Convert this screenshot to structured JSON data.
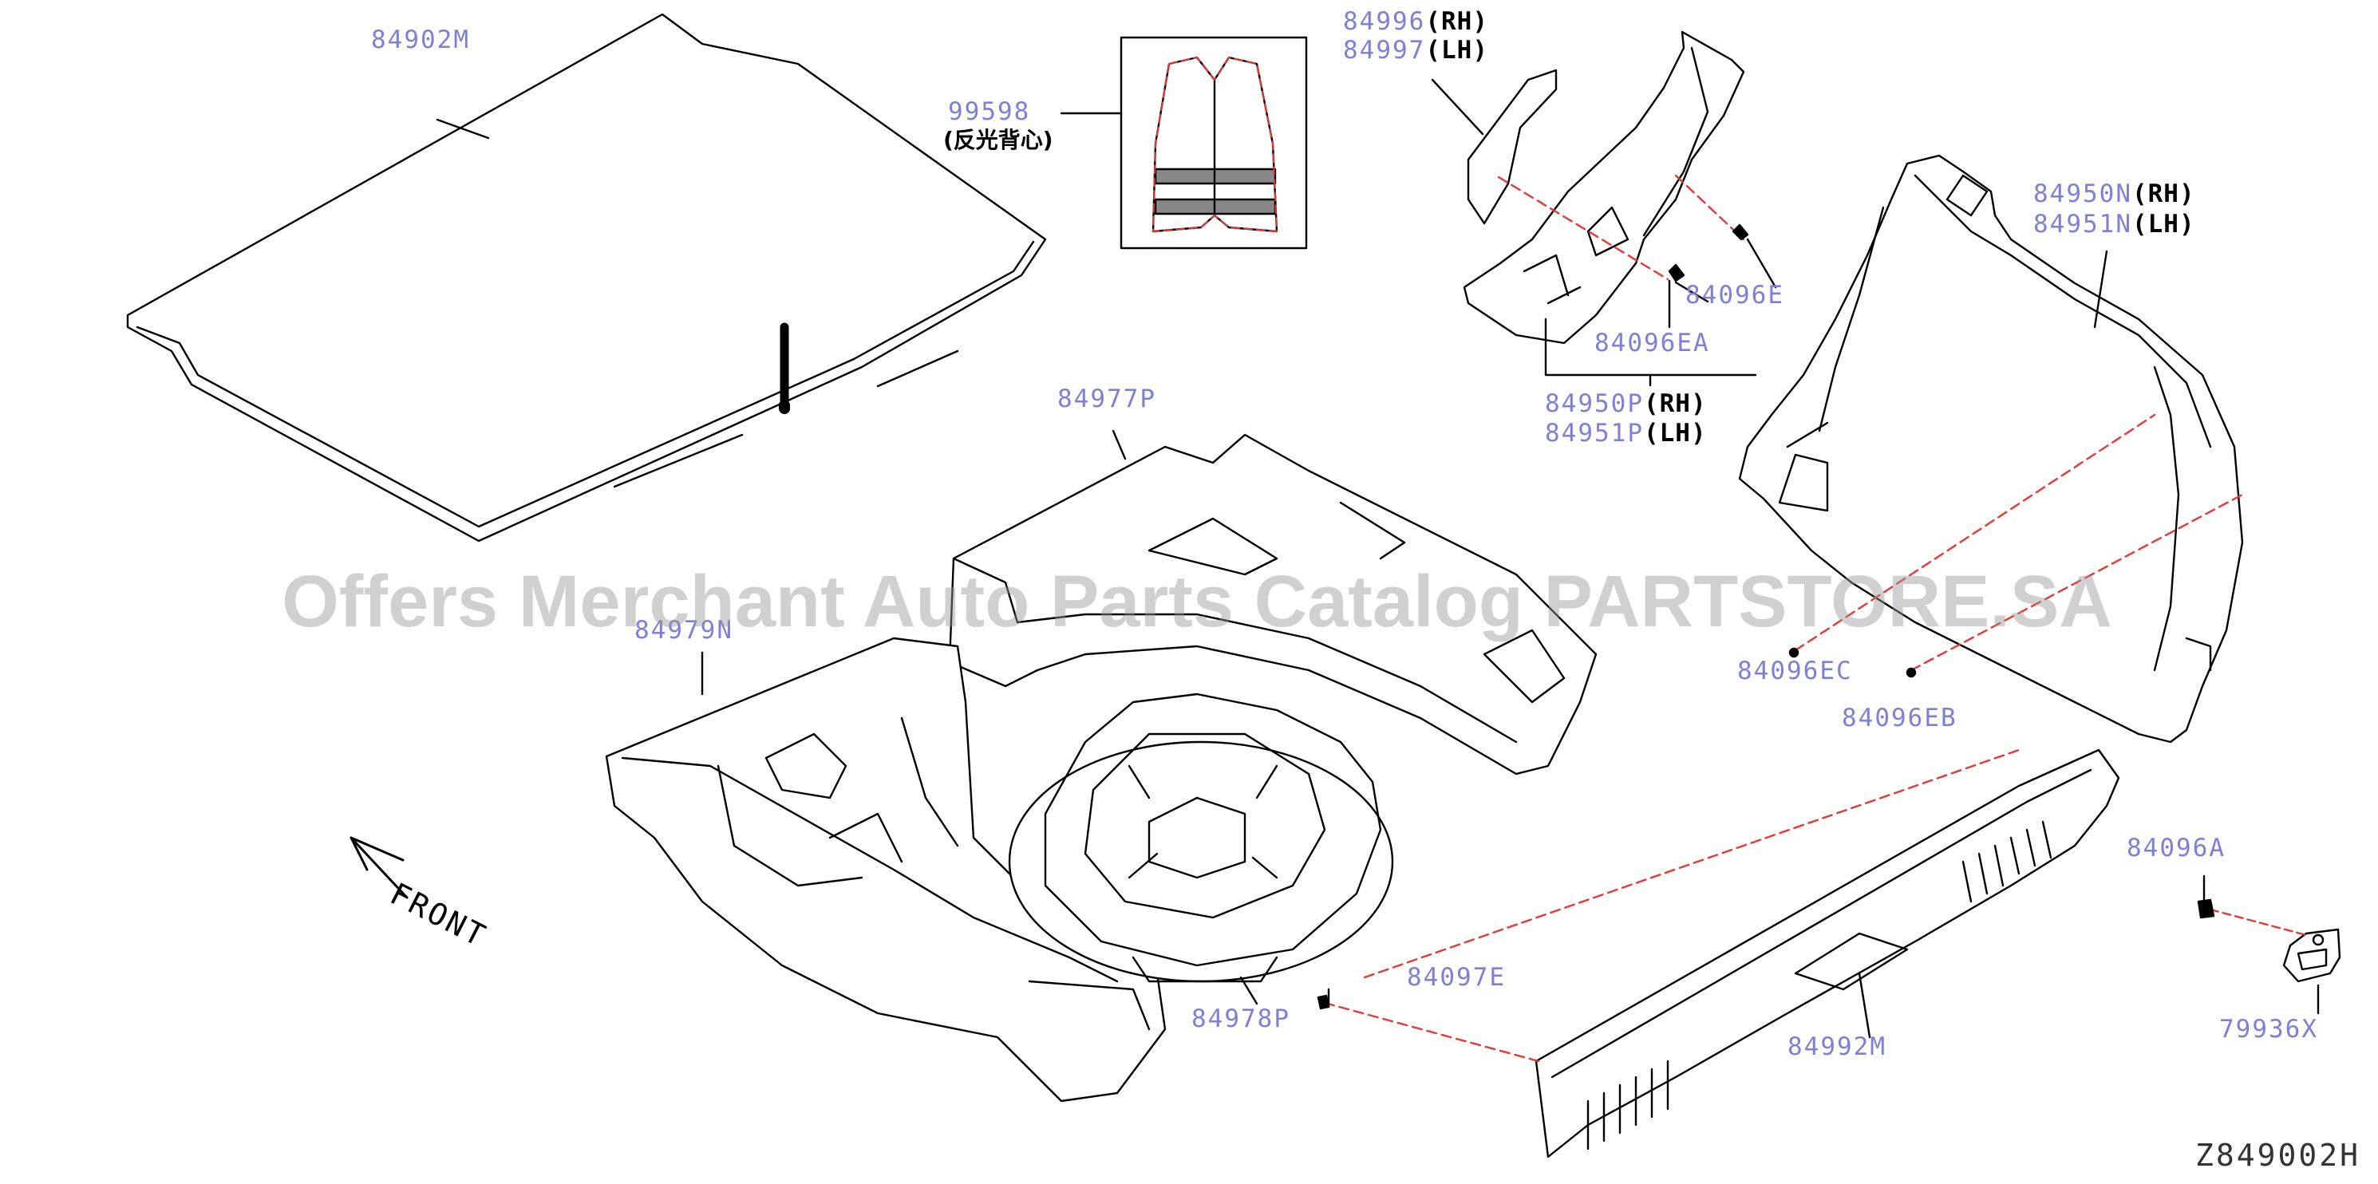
{
  "parts": {
    "p84902M": "84902M",
    "p99598": "99598",
    "p99598_note": "(反光背心)",
    "p84996": "84996",
    "p84996_side": "(RH)",
    "p84997": "84997",
    "p84997_side": "(LH)",
    "p84096E": "84096E",
    "p84096EA": "84096EA",
    "p84950P": "84950P",
    "p84950P_side": "(RH)",
    "p84951P": "84951P",
    "p84951P_side": "(LH)",
    "p84950N": "84950N",
    "p84950N_side": "(RH)",
    "p84951N": "84951N",
    "p84951N_side": "(LH)",
    "p84977P": "84977P",
    "p84979N": "84979N",
    "p84096EC": "84096EC",
    "p84096EB": "84096EB",
    "p84978P": "84978P",
    "p84096A": "84096A",
    "p84097E": "84097E",
    "p84992M": "84992M",
    "p79936X": "79936X"
  },
  "front_label": "FRONT",
  "watermark": "Offers Merchant Auto Parts Catalog PARTSTORE.SA",
  "diagram_code": "Z849002H",
  "colors": {
    "label": "#7f7fd6",
    "leader_dashed": "#e53935",
    "outline": "#000000",
    "watermark": "#969696"
  }
}
